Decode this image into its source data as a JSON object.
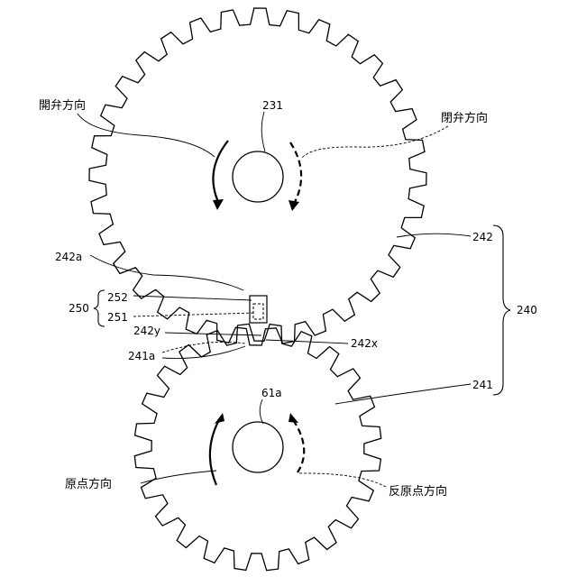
{
  "labels": {
    "upper_shaft": "231",
    "lower_shaft": "61a",
    "upper_gear": "242",
    "upper_gear_mark": "242a",
    "lower_gear": "241",
    "lower_gear_tooth": "241a",
    "tooth_y": "242y",
    "tooth_x": "242x",
    "sensor_group": "250",
    "sensor_252": "252",
    "sensor_251": "251",
    "gear_assembly": "240",
    "valve_open_left": "開弁方向",
    "valve_open_right": "閉弁方向",
    "origin_left": "原点方向",
    "origin_right": "反原点方向"
  },
  "colors": {
    "line": "#000000",
    "background": "#ffffff"
  }
}
